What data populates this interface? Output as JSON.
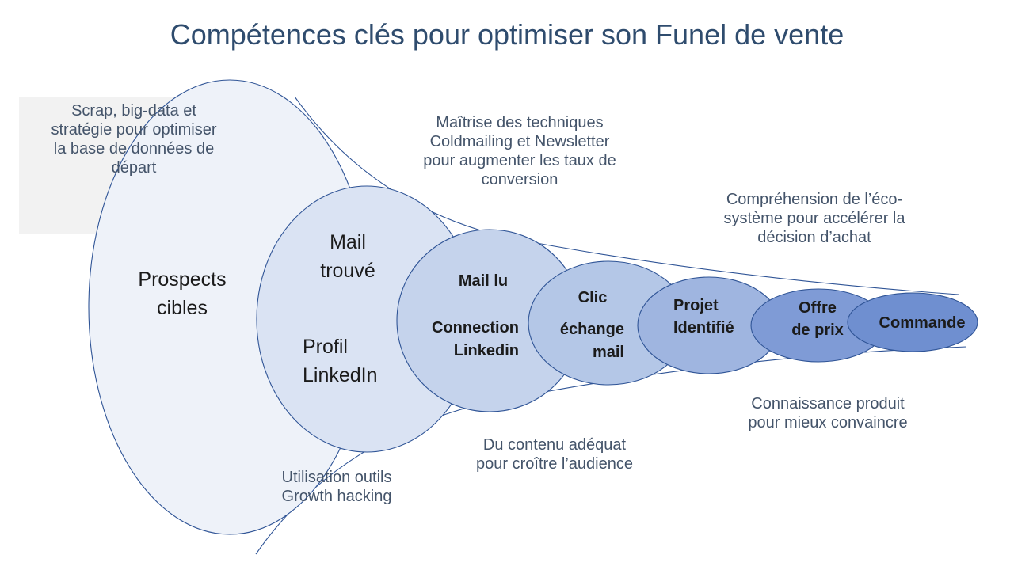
{
  "title": "Compétences clés pour optimiser son Funel de vente",
  "notes": {
    "scrap": "Scrap, big-data et\nstratégie pour optimiser\nla base de données de\ndépart",
    "coldmailing": "Maîtrise des techniques\nColdmailing et Newsletter\npour augmenter les taux de\nconversion",
    "ecosysteme": "Compréhension de l’éco-\nsystème pour accélérer la\ndécision d’achat",
    "produit": "Connaissance produit\npour mieux convaincre",
    "contenu": "Du contenu adéquat\npour croître l’audience",
    "growth": "Utilisation outils\nGrowth hacking"
  },
  "stages": {
    "prospects": "Prospects\ncibles",
    "mail_trouve": "Mail\ntrouvé",
    "profil_linkedin": "Profil\nLinkedIn",
    "mail_lu": "Mail lu",
    "connection_linkedin": "Connection\nLinkedin",
    "clic": "Clic",
    "echange_mail": "échange\nmail",
    "projet": "Projet\nIdentifié",
    "offre": "Offre\nde prix",
    "commande": "Commande"
  },
  "colors": {
    "title": "#2f4c6e",
    "note_text": "#44546a",
    "outline": "#2f5496",
    "ellipse_1": "#eef2f9",
    "ellipse_2": "#dae3f3",
    "ellipse_3": "#c5d3ec",
    "ellipse_4": "#b4c7e7",
    "ellipse_5": "#9fb5e0",
    "ellipse_6": "#7f9bd6",
    "ellipse_7": "#6f8fd0"
  }
}
